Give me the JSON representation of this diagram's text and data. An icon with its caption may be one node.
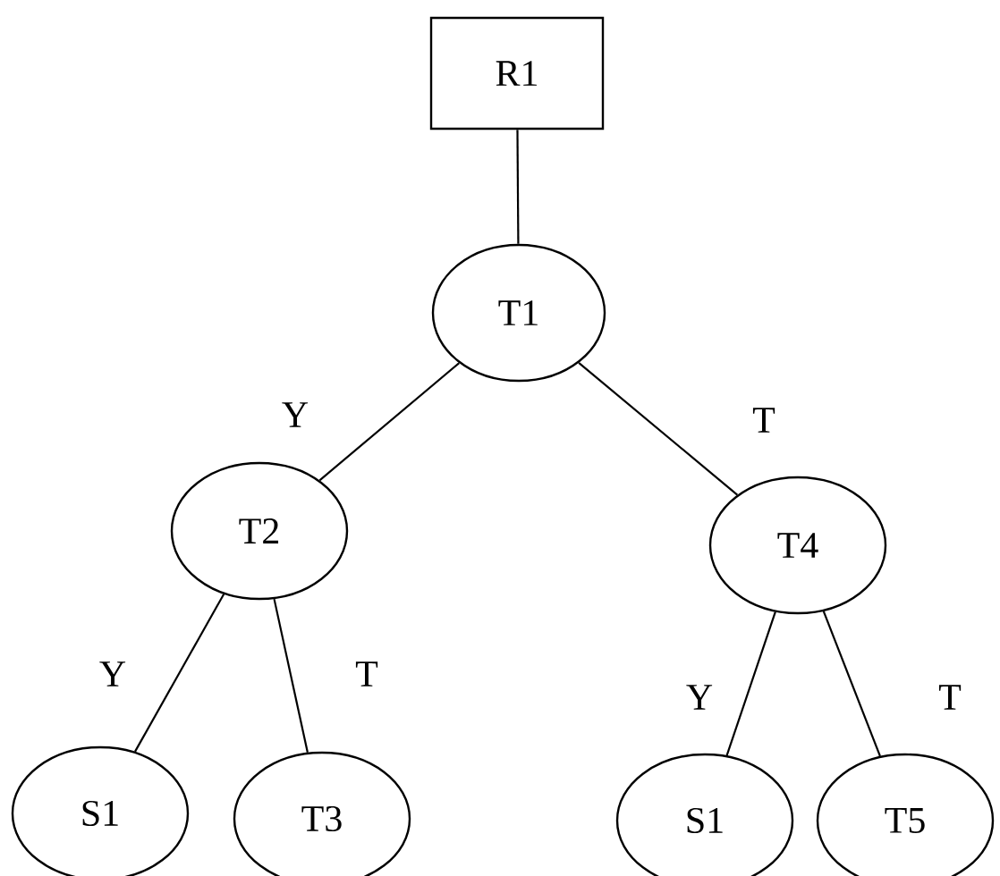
{
  "diagram": {
    "nodes": [
      {
        "text": [
          "R1"
        ]
      },
      {
        "text": [
          "T1"
        ]
      },
      {
        "text": [
          "T2"
        ]
      },
      {
        "text": [
          "T4"
        ]
      },
      {
        "text": [
          "S1"
        ]
      },
      {
        "text": [
          "T3"
        ]
      },
      {
        "text": [
          "S1"
        ]
      },
      {
        "text": [
          "T5"
        ]
      }
    ],
    "edges": [
      {
        "from": 0,
        "to": 1,
        "arrow": "none"
      },
      {
        "from": 1,
        "to": 2,
        "arrow": "none",
        "label": "Y"
      },
      {
        "from": 1,
        "to": 3,
        "arrow": "none",
        "label": "T"
      },
      {
        "from": 2,
        "to": 4,
        "arrow": "none",
        "label": "Y"
      },
      {
        "from": 2,
        "to": 5,
        "arrow": "none",
        "label": "T"
      },
      {
        "from": 3,
        "to": 6,
        "arrow": "none",
        "label": "Y"
      },
      {
        "from": 3,
        "to": 7,
        "arrow": "none",
        "label": "T"
      }
    ]
  }
}
